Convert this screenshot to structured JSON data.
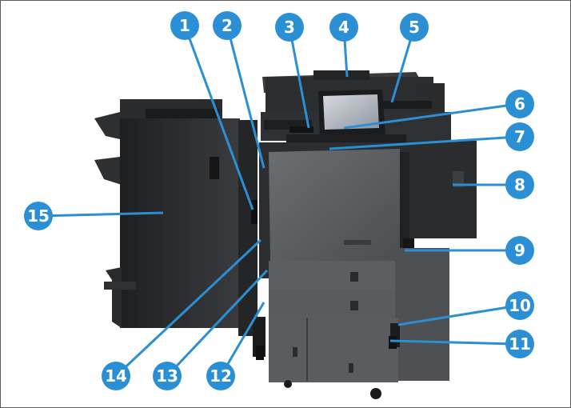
{
  "figure": {
    "subject": "printer-with-finisher",
    "accent_color": "#2a8fd4",
    "body_color": "#2b2b2d",
    "panel_color": "#5a5c5f"
  },
  "callouts": [
    {
      "label": "1"
    },
    {
      "label": "2"
    },
    {
      "label": "3"
    },
    {
      "label": "4"
    },
    {
      "label": "5"
    },
    {
      "label": "6"
    },
    {
      "label": "7"
    },
    {
      "label": "8"
    },
    {
      "label": "9"
    },
    {
      "label": "10"
    },
    {
      "label": "11"
    },
    {
      "label": "12"
    },
    {
      "label": "13"
    },
    {
      "label": "14"
    },
    {
      "label": "15"
    }
  ]
}
